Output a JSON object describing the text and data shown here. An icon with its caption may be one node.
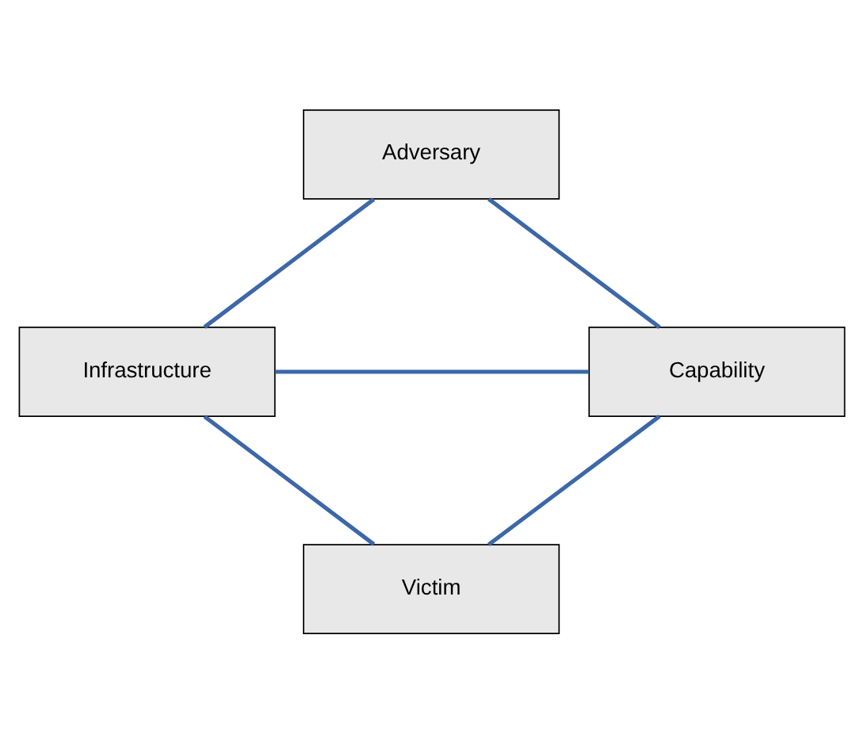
{
  "diagram": {
    "nodes": [
      {
        "text": [
          "Adversary"
        ]
      },
      {
        "text": [
          "Infrastructure"
        ]
      },
      {
        "text": [
          "Capability"
        ]
      },
      {
        "text": [
          "Victim"
        ]
      }
    ],
    "edges": [
      {
        "from": 0,
        "to": 1,
        "arrow": "none"
      },
      {
        "from": 0,
        "to": 2,
        "arrow": "none"
      },
      {
        "from": 1,
        "to": 2,
        "arrow": "none"
      },
      {
        "from": 1,
        "to": 3,
        "arrow": "none"
      },
      {
        "from": 2,
        "to": 3,
        "arrow": "none"
      }
    ]
  }
}
